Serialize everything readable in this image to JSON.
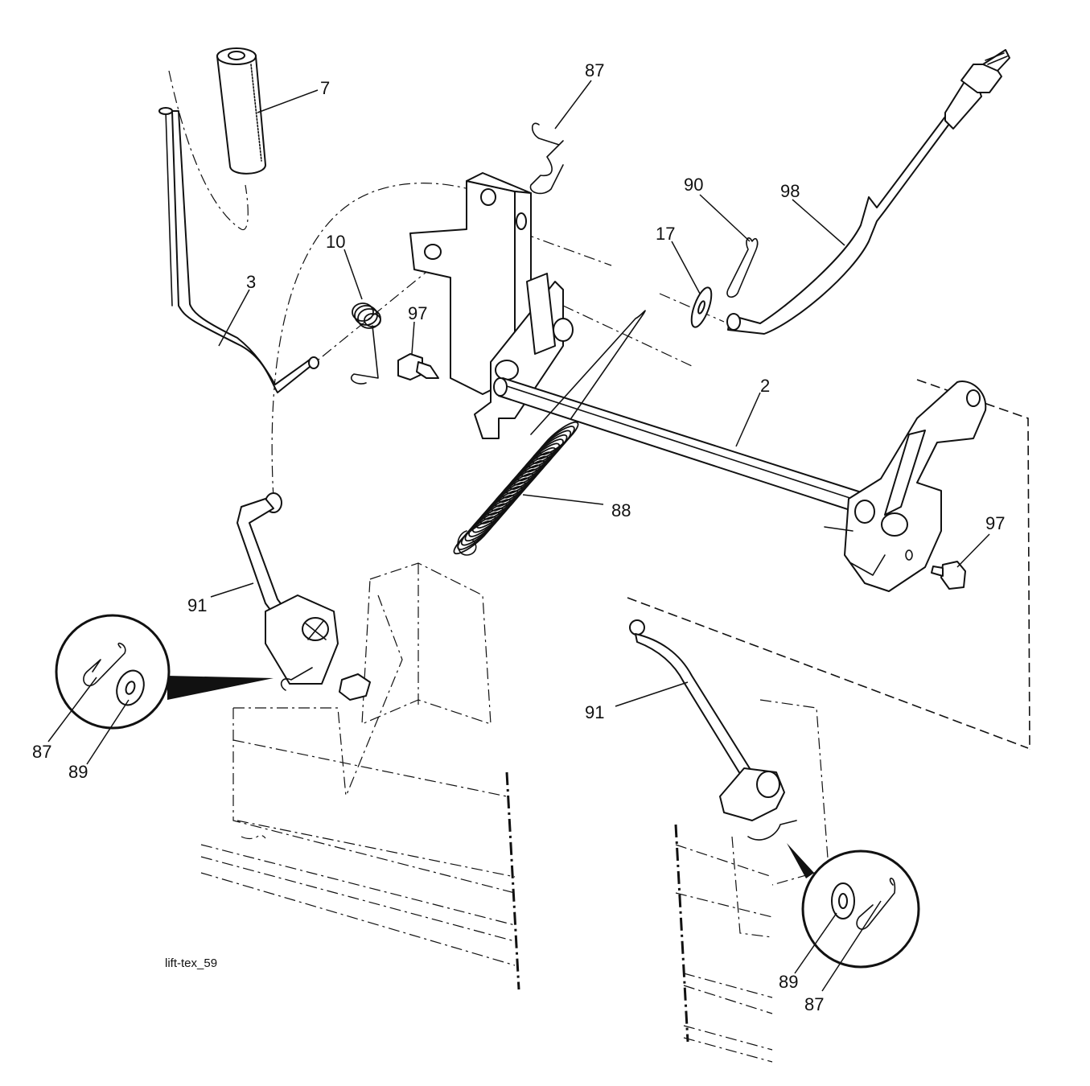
{
  "figure_id": "lift-tex_59",
  "callouts": {
    "c7": "7",
    "c87_top": "87",
    "c90": "90",
    "c98": "98",
    "c17": "17",
    "c10": "10",
    "c3": "3",
    "c97_top": "97",
    "c2": "2",
    "c88": "88",
    "c97_right": "97",
    "c91_left": "91",
    "c87_left": "87",
    "c89_left": "89",
    "c91_right": "91",
    "c89_right": "89",
    "c87_right": "87"
  }
}
